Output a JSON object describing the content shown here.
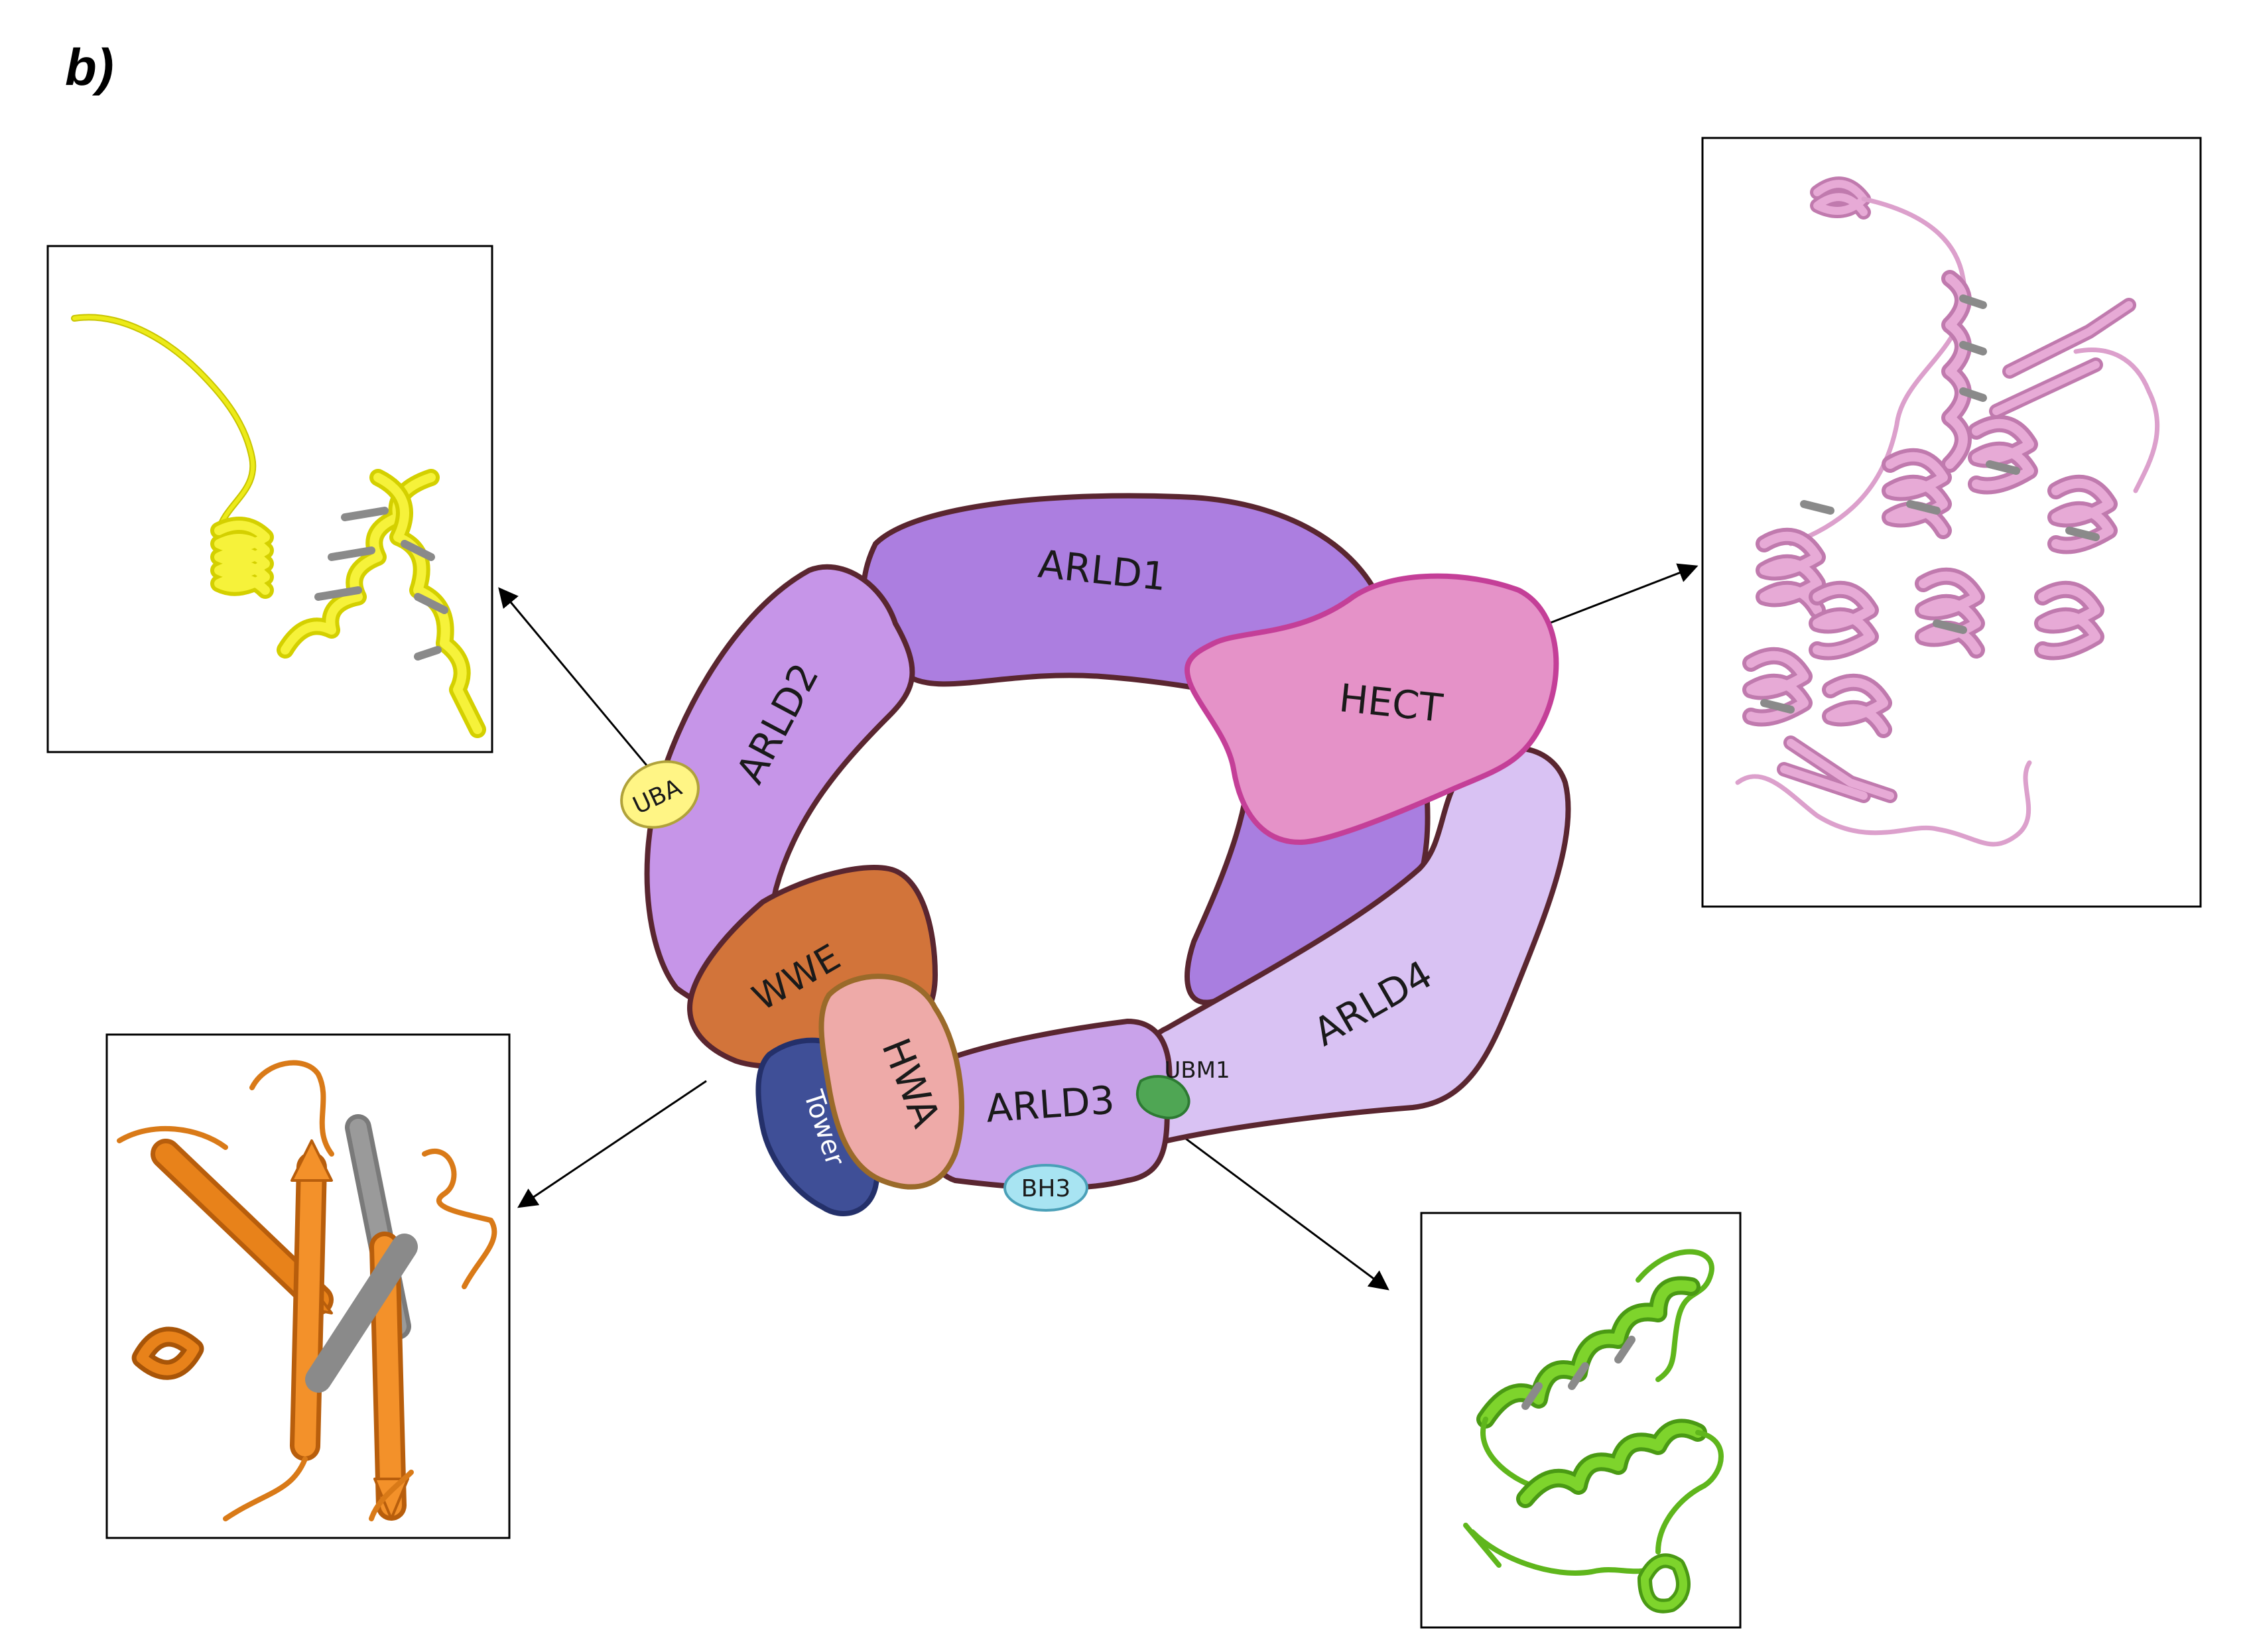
{
  "panel_letter": "b)",
  "domains": {
    "arld1": "ARLD1",
    "arld2": "ARLD2",
    "arld3": "ARLD3",
    "arld4": "ARLD4",
    "hect": "HECT",
    "wwe": "WWE",
    "hwa": "HWA",
    "tower": "Tower",
    "uba": "UBA",
    "ubm1": "UBM1",
    "bh3": "BH3"
  },
  "colors": {
    "outline": "#5a2630",
    "arld1": "#ac7ee0",
    "arld2": "#c695e8",
    "arld3": "#c9a2ea",
    "arld4": "#d9c2f3",
    "inner_dark": "#a97ee0",
    "hect": "#e592c8",
    "hect_outline": "#c43f98",
    "wwe": "#d2743a",
    "hwa": "#eeaaa8",
    "hwa_outline": "#9a6a2a",
    "tower": "#3f4f97",
    "tower_outline": "#24306a",
    "uba": "#fff585",
    "ubm1": "#4fa654",
    "bh3": "#a8e4f2",
    "structure_yellow": "#e8e600",
    "structure_orange": "#e8821a",
    "structure_pink": "#dfa0cf",
    "structure_green": "#7ed42c",
    "structure_grey": "#8a8a8a"
  },
  "structures": [
    {
      "name": "uba-structure",
      "color": "yellow"
    },
    {
      "name": "hect-structure",
      "color": "pink"
    },
    {
      "name": "wwe-structure",
      "color": "orange"
    },
    {
      "name": "ubm1-structure",
      "color": "green"
    }
  ]
}
